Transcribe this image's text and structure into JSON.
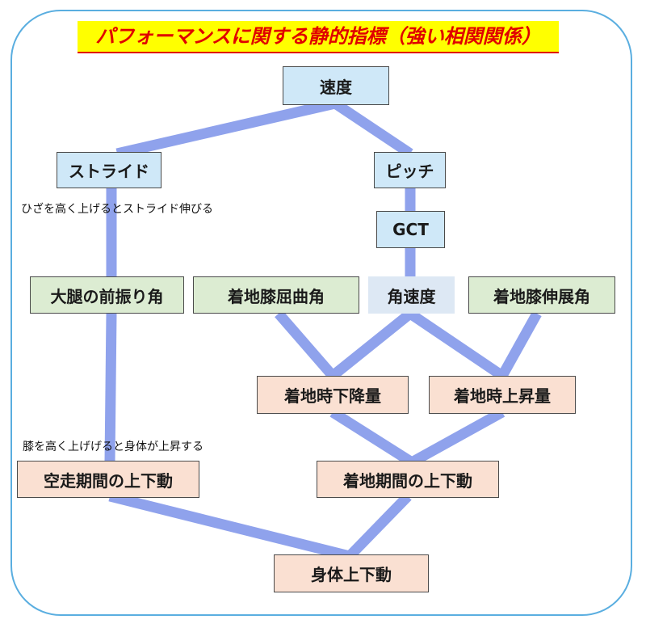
{
  "title": "パフォーマンスに関する静的指標（強い相関関係）",
  "nodes": {
    "speed": "速度",
    "stride": "ストライド",
    "pitch": "ピッチ",
    "gct": "GCT",
    "thigh_swing": "大腿の前振り角",
    "knee_flex": "着地膝屈曲角",
    "angular_velocity": "角速度",
    "knee_ext": "着地膝伸展角",
    "landing_descent": "着地時下降量",
    "landing_rise": "着地時上昇量",
    "flight_vertical": "空走期間の上下動",
    "contact_vertical": "着地期間の上下動",
    "body_vertical": "身体上下動"
  },
  "notes": {
    "stride_note": "ひざを高く上げるとストライド伸びる",
    "knee_note": "膝を高く上げげると身体が上昇する"
  },
  "colors": {
    "frame": "#5aaee0",
    "link": "#8fa2ec",
    "title_text": "#e00000",
    "title_bg": "#ffff00"
  }
}
